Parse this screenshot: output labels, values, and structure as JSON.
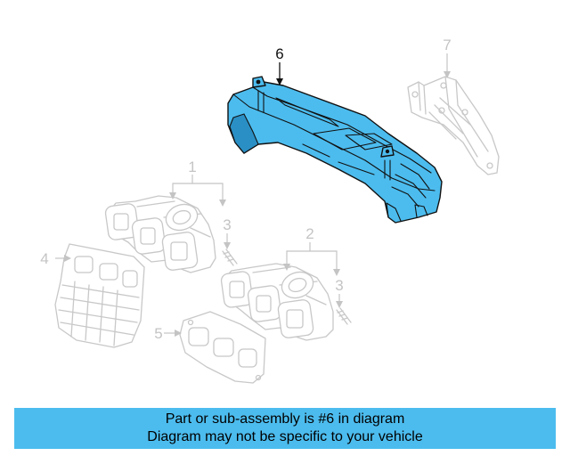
{
  "callouts": {
    "c1": "1",
    "c2": "2",
    "c3a": "3",
    "c3b": "3",
    "c4": "4",
    "c5": "5",
    "c6": "6",
    "c7": "7"
  },
  "highlighted_callout": "6",
  "colors": {
    "highlight": "#4cbcee",
    "ghost_line": "#c8c8c8",
    "text": "#000000"
  },
  "banner": {
    "line1": "Part or sub-assembly is #6 in diagram",
    "line2": "Diagram may not be specific to your vehicle"
  }
}
